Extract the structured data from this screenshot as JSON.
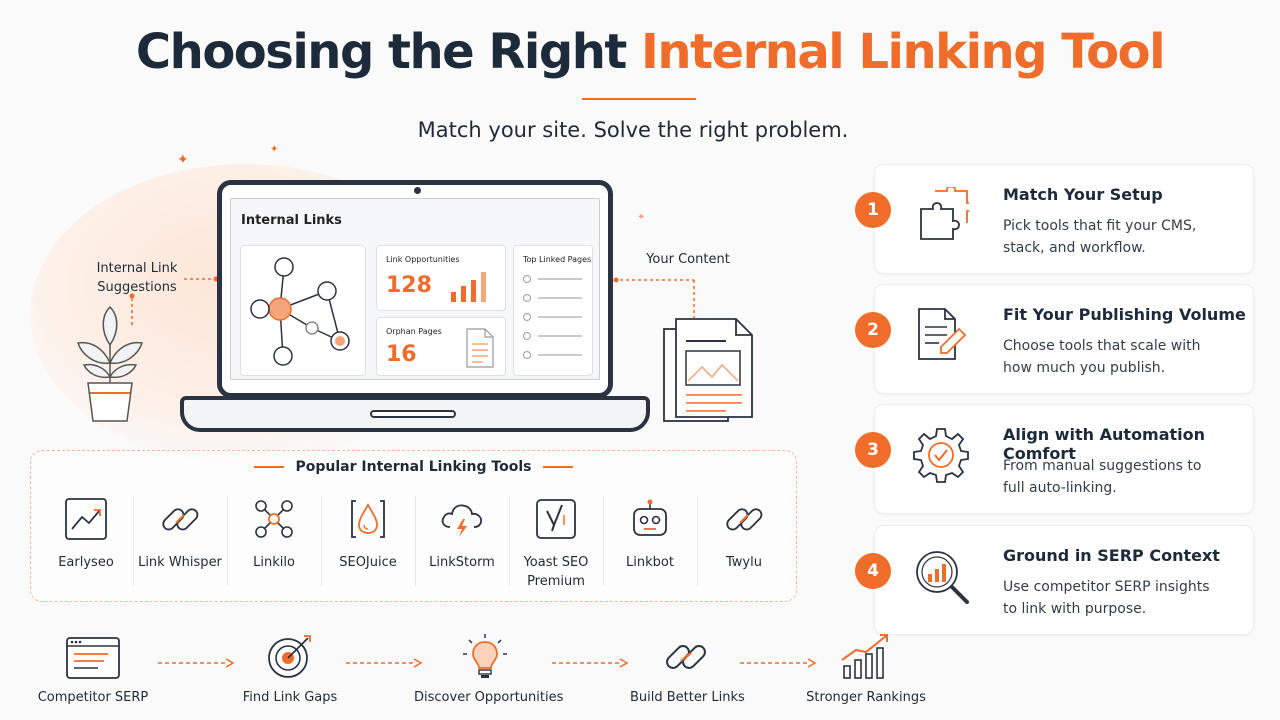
{
  "header": {
    "title_main": "Choosing the Right ",
    "title_accent": "Internal Linking Tool",
    "subtitle": "Match your site. Solve the right problem."
  },
  "laptop": {
    "screen_title": "Internal Links",
    "link_opportunities_label": "Link Opportunities",
    "link_opportunities_value": "128",
    "orphan_pages_label": "Orphan Pages",
    "orphan_pages_value": "16",
    "top_linked_label": "Top Linked Pages"
  },
  "annotations": {
    "suggestions_line1": "Internal Link",
    "suggestions_line2": "Suggestions",
    "your_content": "Your Content"
  },
  "tools": {
    "heading": "Popular Internal Linking Tools",
    "items": [
      {
        "name": "Earlyseo",
        "icon": "chart-icon"
      },
      {
        "name": "Link Whisper",
        "icon": "link-icon"
      },
      {
        "name": "Linkilo",
        "icon": "network-icon"
      },
      {
        "name": "SEOJuice",
        "icon": "droplet-icon"
      },
      {
        "name": "LinkStorm",
        "icon": "cloud-bolt-icon"
      },
      {
        "name": "Yoast SEO",
        "name2": "Premium",
        "icon": "yoast-icon"
      },
      {
        "name": "Linkbot",
        "icon": "robot-icon"
      },
      {
        "name": "Twylu",
        "icon": "link-icon"
      }
    ]
  },
  "cards": [
    {
      "number": "1",
      "title": "Match Your Setup",
      "line1": "Pick tools that fit your CMS,",
      "line2": "stack, and workflow.",
      "icon": "puzzle-icon"
    },
    {
      "number": "2",
      "title": "Fit Your Publishing Volume",
      "line1": "Choose tools that scale with",
      "line2": "how much you publish.",
      "icon": "document-edit-icon"
    },
    {
      "number": "3",
      "title": "Align with Automation Comfort",
      "line1": "From manual suggestions to",
      "line2": "full auto-linking.",
      "icon": "gear-check-icon"
    },
    {
      "number": "4",
      "title": "Ground in SERP Context",
      "line1": "Use competitor SERP insights",
      "line2": "to link with purpose.",
      "icon": "magnifier-chart-icon"
    }
  ],
  "flow": [
    {
      "label": "Competitor SERP",
      "icon": "browser-icon"
    },
    {
      "label": "Find Link Gaps",
      "icon": "target-icon"
    },
    {
      "label": "Discover Opportunities",
      "icon": "lightbulb-icon"
    },
    {
      "label": "Build Better Links",
      "icon": "link-icon"
    },
    {
      "label": "Stronger Rankings",
      "icon": "growth-chart-icon"
    }
  ],
  "colors": {
    "accent": "#ef6c2a",
    "ink": "#1c2a3a"
  }
}
